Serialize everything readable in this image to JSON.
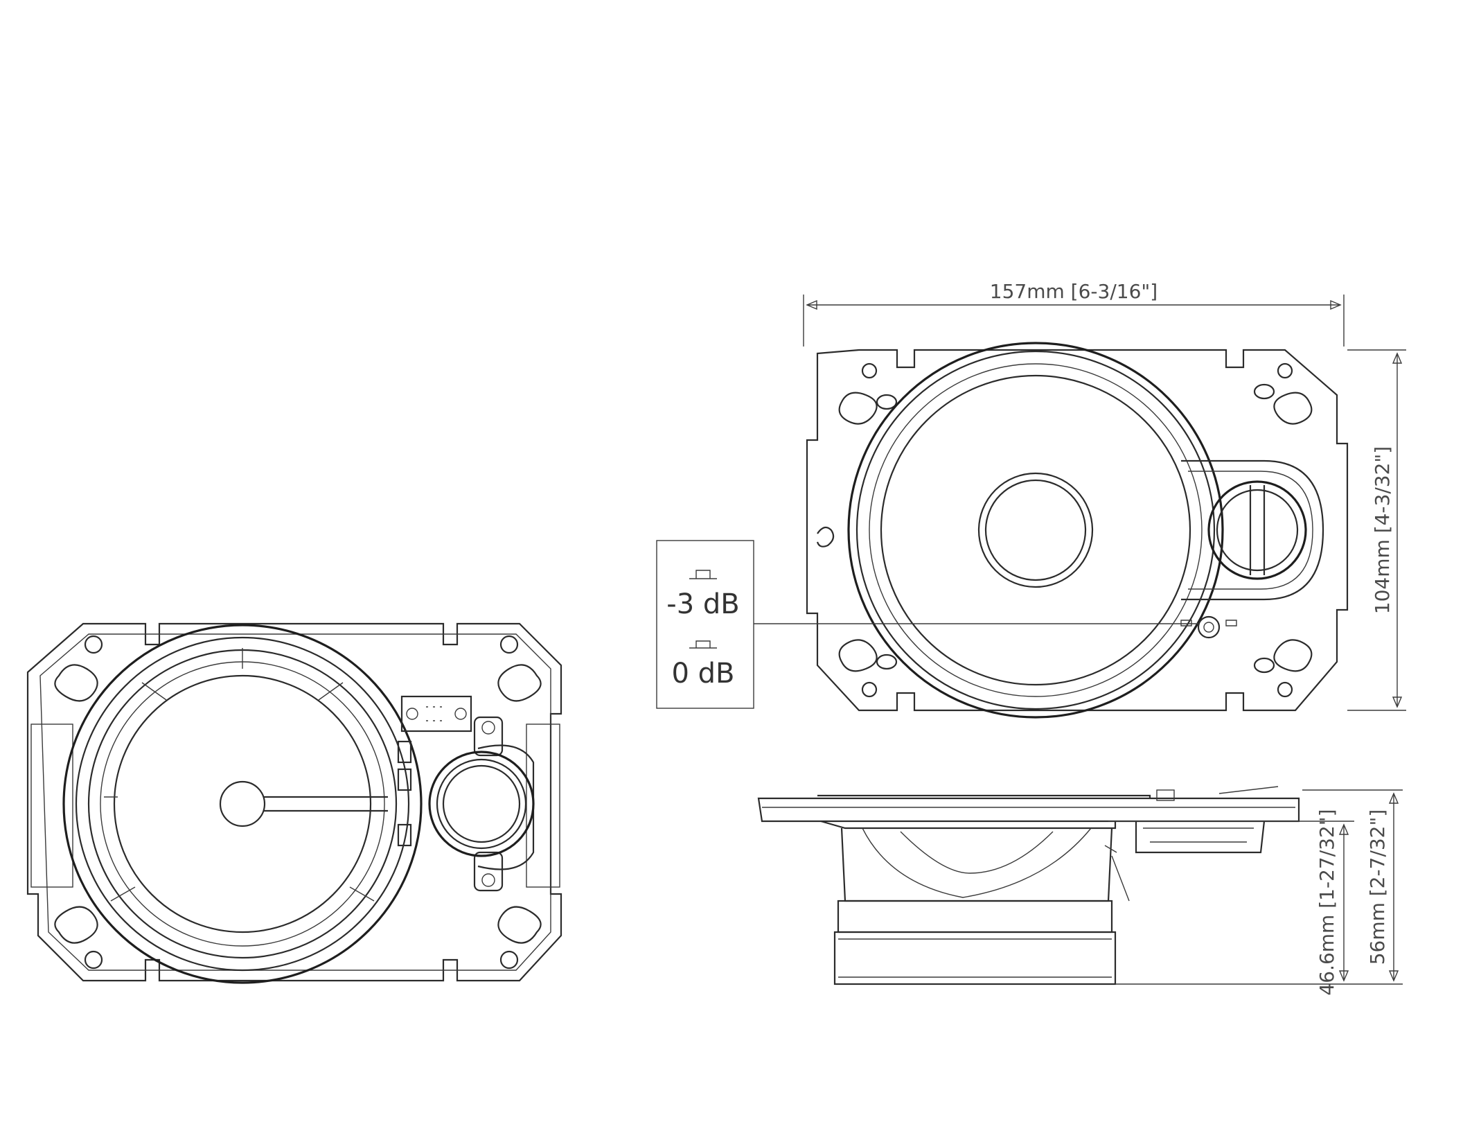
{
  "dimensions": {
    "width": "157mm [6-3/16\"]",
    "height": "104mm [4-3/32\"]",
    "mount_depth": "46.6mm [1-27/32\"]",
    "total_depth": "56mm [2-7/32\"]"
  },
  "tweeter_level": {
    "option_a": "-3 dB",
    "option_b": "0 dB"
  },
  "colors": {
    "line": "#2b2b2b",
    "text": "#4a4a4a",
    "background": "#ffffff"
  }
}
